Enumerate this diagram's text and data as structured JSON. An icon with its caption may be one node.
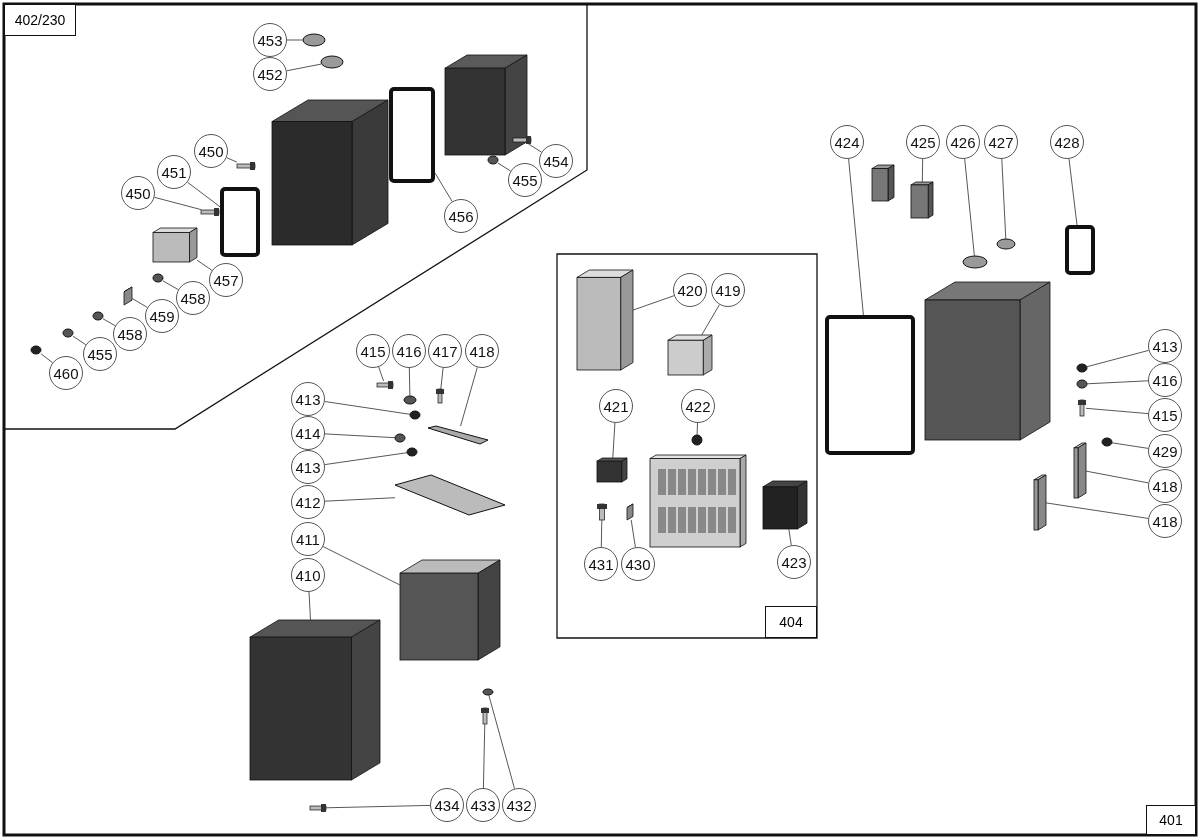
{
  "diagram": {
    "nodes": [
      {
        "text": [
          "401"
        ]
      },
      {
        "text": [
          "402/230"
        ],
        "in": 0
      },
      {
        "text": [
          "404"
        ],
        "in": 0
      },
      {
        "text": [
          "453"
        ],
        "in": 1
      },
      {
        "text": [
          "452"
        ],
        "in": 1
      },
      {
        "text": [
          "450"
        ],
        "in": 1
      },
      {
        "text": [
          "451"
        ],
        "in": 1
      },
      {
        "text": [
          "450"
        ],
        "in": 1
      },
      {
        "text": [
          "457"
        ],
        "in": 1
      },
      {
        "text": [
          "458"
        ],
        "in": 1
      },
      {
        "text": [
          "459"
        ],
        "in": 1
      },
      {
        "text": [
          "458"
        ],
        "in": 1
      },
      {
        "text": [
          "455"
        ],
        "in": 1
      },
      {
        "text": [
          "460"
        ],
        "in": 1
      },
      {
        "text": [
          "456"
        ],
        "in": 1
      },
      {
        "text": [
          "455"
        ],
        "in": 1
      },
      {
        "text": [
          "454"
        ],
        "in": 1
      },
      {
        "text": [
          "424"
        ],
        "in": 0
      },
      {
        "text": [
          "425"
        ],
        "in": 0
      },
      {
        "text": [
          "426"
        ],
        "in": 0
      },
      {
        "text": [
          "427"
        ],
        "in": 0
      },
      {
        "text": [
          "428"
        ],
        "in": 0
      },
      {
        "text": [
          "420"
        ],
        "in": 2
      },
      {
        "text": [
          "419"
        ],
        "in": 2
      },
      {
        "text": [
          "421"
        ],
        "in": 2
      },
      {
        "text": [
          "422"
        ],
        "in": 2
      },
      {
        "text": [
          "431"
        ],
        "in": 2
      },
      {
        "text": [
          "430"
        ],
        "in": 2
      },
      {
        "text": [
          "423"
        ],
        "in": 2
      },
      {
        "text": [
          "413"
        ],
        "in": 0
      },
      {
        "text": [
          "416"
        ],
        "in": 0
      },
      {
        "text": [
          "415"
        ],
        "in": 0
      },
      {
        "text": [
          "429"
        ],
        "in": 0
      },
      {
        "text": [
          "418"
        ],
        "in": 0
      },
      {
        "text": [
          "418"
        ],
        "in": 0
      },
      {
        "text": [
          "415"
        ],
        "in": 0
      },
      {
        "text": [
          "416"
        ],
        "in": 0
      },
      {
        "text": [
          "417"
        ],
        "in": 0
      },
      {
        "text": [
          "418"
        ],
        "in": 0
      },
      {
        "text": [
          "413"
        ],
        "in": 0
      },
      {
        "text": [
          "414"
        ],
        "in": 0
      },
      {
        "text": [
          "413"
        ],
        "in": 0
      },
      {
        "text": [
          "412"
        ],
        "in": 0
      },
      {
        "text": [
          "411"
        ],
        "in": 0
      },
      {
        "text": [
          "410"
        ],
        "in": 0
      },
      {
        "text": [
          "434"
        ],
        "in": 0
      },
      {
        "text": [
          "433"
        ],
        "in": 0
      },
      {
        "text": [
          "432"
        ],
        "in": 0
      },
      {
        "text": [],
        "shape": "circle",
        "in": 1
      },
      {
        "text": [],
        "shape": "circle",
        "in": 1
      },
      {
        "text": [],
        "shape": "bar",
        "in": 1
      },
      {
        "text": [],
        "shape": "box",
        "in": 1
      },
      {
        "text": [],
        "shape": "bar",
        "in": 1
      },
      {
        "text": [],
        "shape": "box",
        "in": 1
      },
      {
        "text": [],
        "shape": "circle",
        "in": 1
      },
      {
        "text": [],
        "shape": "box",
        "in": 1
      },
      {
        "text": [],
        "shape": "circle",
        "in": 1
      },
      {
        "text": [],
        "shape": "circle",
        "in": 1
      },
      {
        "text": [],
        "shape": "circle",
        "in": 1
      },
      {
        "text": [],
        "shape": "box",
        "in": 1
      },
      {
        "text": [],
        "shape": "circle",
        "in": 1
      },
      {
        "text": [],
        "shape": "bar",
        "in": 1
      },
      {
        "text": [],
        "shape": "box",
        "in": 0
      },
      {
        "text": [],
        "shape": "box",
        "in": 0
      },
      {
        "text": [],
        "shape": "circle",
        "in": 0
      },
      {
        "text": [],
        "shape": "circle",
        "in": 0
      },
      {
        "text": [],
        "shape": "box",
        "in": 0
      },
      {
        "text": [],
        "shape": "box",
        "in": 2
      },
      {
        "text": [],
        "shape": "box",
        "in": 2
      },
      {
        "text": [],
        "shape": "box",
        "in": 2
      },
      {
        "text": [],
        "shape": "circle",
        "in": 2
      },
      {
        "text": [],
        "shape": "bar",
        "in": 2
      },
      {
        "text": [],
        "shape": "box",
        "in": 2
      },
      {
        "text": [],
        "shape": "box",
        "in": 2
      },
      {
        "text": [],
        "shape": "circle",
        "in": 0
      },
      {
        "text": [],
        "shape": "circle",
        "in": 0
      },
      {
        "text": [],
        "shape": "bar",
        "in": 0
      },
      {
        "text": [],
        "shape": "circle",
        "in": 0
      },
      {
        "text": [],
        "shape": "box",
        "in": 0
      },
      {
        "text": [],
        "shape": "box",
        "in": 0
      },
      {
        "text": [],
        "shape": "bar",
        "in": 0
      },
      {
        "text": [],
        "shape": "circle",
        "in": 0
      },
      {
        "text": [],
        "shape": "bar",
        "in": 0
      },
      {
        "text": [],
        "shape": "bar",
        "in": 0
      },
      {
        "text": [],
        "shape": "circle",
        "in": 0
      },
      {
        "text": [],
        "shape": "circle",
        "in": 0
      },
      {
        "text": [],
        "shape": "circle",
        "in": 0
      },
      {
        "text": [],
        "shape": "bar",
        "in": 0
      },
      {
        "text": [],
        "shape": "box",
        "in": 0
      },
      {
        "text": [],
        "shape": "box",
        "in": 0
      },
      {
        "text": [],
        "shape": "bar",
        "in": 0
      },
      {
        "text": [],
        "shape": "bar",
        "in": 0
      },
      {
        "text": [],
        "shape": "circle",
        "in": 0
      }
    ],
    "edges": [
      {
        "from": 3,
        "to": 48,
        "arrow": "none"
      },
      {
        "from": 4,
        "to": 49,
        "arrow": "none"
      },
      {
        "from": 5,
        "to": 50,
        "arrow": "none"
      },
      {
        "from": 6,
        "to": 51,
        "arrow": "none"
      },
      {
        "from": 7,
        "to": 52,
        "arrow": "none"
      },
      {
        "from": 8,
        "to": 53,
        "arrow": "none"
      },
      {
        "from": 9,
        "to": 54,
        "arrow": "none"
      },
      {
        "from": 10,
        "to": 55,
        "arrow": "none"
      },
      {
        "from": 11,
        "to": 56,
        "arrow": "none"
      },
      {
        "from": 12,
        "to": 57,
        "arrow": "none"
      },
      {
        "from": 13,
        "to": 58,
        "arrow": "none"
      },
      {
        "from": 14,
        "to": 59,
        "arrow": "none"
      },
      {
        "from": 15,
        "to": 60,
        "arrow": "none"
      },
      {
        "from": 16,
        "to": 61,
        "arrow": "none"
      },
      {
        "from": 17,
        "to": 62,
        "arrow": "none"
      },
      {
        "from": 18,
        "to": 63,
        "arrow": "none"
      },
      {
        "from": 19,
        "to": 64,
        "arrow": "none"
      },
      {
        "from": 20,
        "to": 65,
        "arrow": "none"
      },
      {
        "from": 21,
        "to": 66,
        "arrow": "none"
      },
      {
        "from": 22,
        "to": 67,
        "arrow": "none"
      },
      {
        "from": 23,
        "to": 68,
        "arrow": "none"
      },
      {
        "from": 24,
        "to": 69,
        "arrow": "none"
      },
      {
        "from": 25,
        "to": 70,
        "arrow": "none"
      },
      {
        "from": 26,
        "to": 71,
        "arrow": "none"
      },
      {
        "from": 27,
        "to": 72,
        "arrow": "none"
      },
      {
        "from": 28,
        "to": 73,
        "arrow": "none"
      },
      {
        "from": 29,
        "to": 74,
        "arrow": "none"
      },
      {
        "from": 30,
        "to": 75,
        "arrow": "none"
      },
      {
        "from": 31,
        "to": 76,
        "arrow": "none"
      },
      {
        "from": 32,
        "to": 77,
        "arrow": "none"
      },
      {
        "from": 33,
        "to": 78,
        "arrow": "none"
      },
      {
        "from": 34,
        "to": 79,
        "arrow": "none"
      },
      {
        "from": 35,
        "to": 80,
        "arrow": "none"
      },
      {
        "from": 36,
        "to": 81,
        "arrow": "none"
      },
      {
        "from": 37,
        "to": 82,
        "arrow": "none"
      },
      {
        "from": 38,
        "to": 83,
        "arrow": "none"
      },
      {
        "from": 39,
        "to": 84,
        "arrow": "none"
      },
      {
        "from": 40,
        "to": 85,
        "arrow": "none"
      },
      {
        "from": 41,
        "to": 86,
        "arrow": "none"
      },
      {
        "from": 42,
        "to": 87,
        "arrow": "none"
      },
      {
        "from": 43,
        "to": 88,
        "arrow": "none"
      },
      {
        "from": 44,
        "to": 89,
        "arrow": "none"
      },
      {
        "from": 45,
        "to": 90,
        "arrow": "none"
      },
      {
        "from": 46,
        "to": 91,
        "arrow": "none"
      },
      {
        "from": 47,
        "to": 92,
        "arrow": "none"
      }
    ]
  }
}
